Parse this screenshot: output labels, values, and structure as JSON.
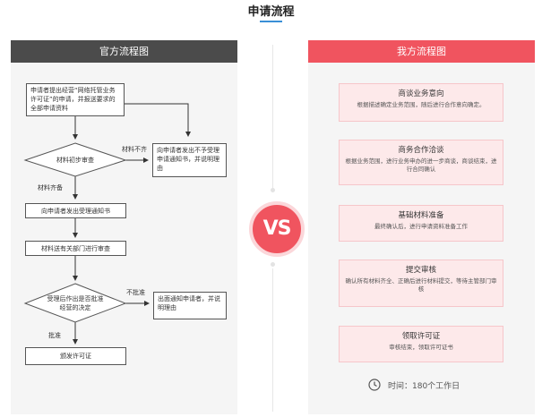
{
  "page_title": "申请流程",
  "official": {
    "header": "官方流程图",
    "step1": "申请者提出经营“网络托管业务许可证”的申请，并报送要求的全部申请资料",
    "decision1": "材料初步审查",
    "label_incomplete": "材料不齐",
    "reject_notice": "向申请者发出不予受理申请通知书，并说明理由",
    "label_complete": "材料齐备",
    "step2": "向申请者发出受理通知书",
    "step3": "材料送有关部门进行审查",
    "decision2": "受理后作出是否批准经营的决定",
    "label_denied": "不批准",
    "deny_notice": "出面通知申请者，并说明理由",
    "label_approved": "批准",
    "step4": "颁发许可证"
  },
  "ours": {
    "header": "我方流程图",
    "steps": [
      {
        "title": "商谈业务意向",
        "desc": "根据描述确定业务范围，随后进行合作意向确定。"
      },
      {
        "title": "商务合作洽谈",
        "desc": "根据业务范围，进行业务申办的进一步商谈，商谈结束，进行合同确认"
      },
      {
        "title": "基础材料准备",
        "desc": "最终确认后，进行申请资料准备工作"
      },
      {
        "title": "提交审核",
        "desc": "确认所有材料齐全、正确后进行材料提交，等待主管部门审核"
      },
      {
        "title": "领取许可证",
        "desc": "审核结束，领取许可证书"
      }
    ],
    "time_text": "时间：180个工作日"
  },
  "vs_text": "VS",
  "colors": {
    "accent": "#f0545f",
    "dark_header": "#4b4b4b",
    "underline": "#3a8fd6"
  },
  "icons": {
    "time": "clock-icon"
  }
}
